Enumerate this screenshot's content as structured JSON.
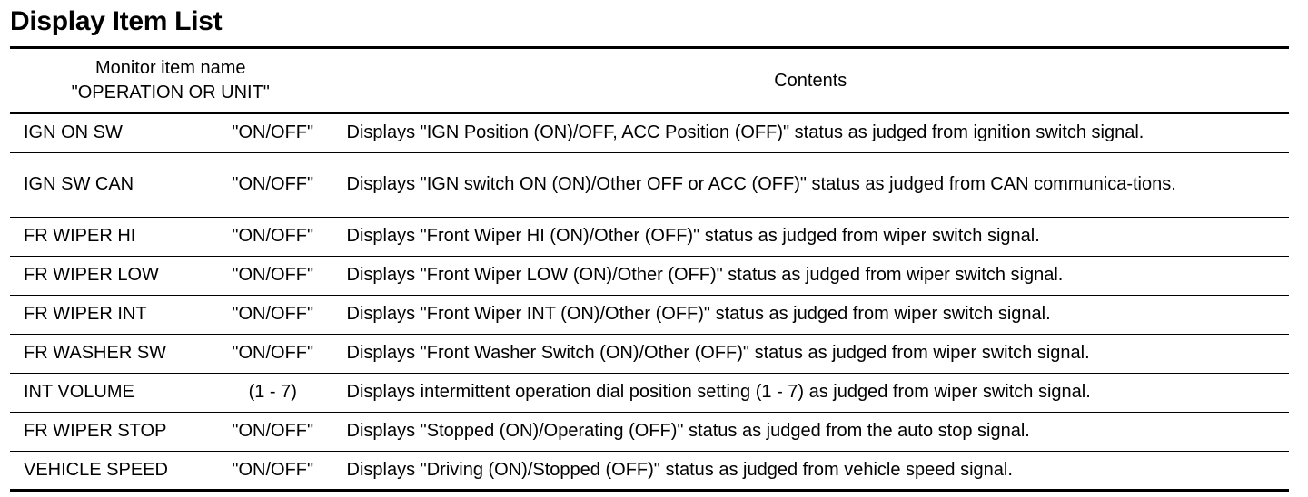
{
  "title": "Display Item List",
  "table": {
    "headers": {
      "monitor_line1": "Monitor item name",
      "monitor_line2": "\"OPERATION OR UNIT\"",
      "contents": "Contents"
    },
    "rows": [
      {
        "name": "IGN ON SW",
        "unit": "\"ON/OFF\"",
        "contents": "Displays \"IGN Position (ON)/OFF, ACC Position (OFF)\" status as judged from ignition switch signal."
      },
      {
        "name": "IGN SW CAN",
        "unit": "\"ON/OFF\"",
        "contents": "Displays \"IGN switch ON (ON)/Other OFF or ACC (OFF)\" status as judged from CAN communica-tions."
      },
      {
        "name": "FR WIPER HI",
        "unit": "\"ON/OFF\"",
        "contents": "Displays \"Front Wiper HI (ON)/Other (OFF)\" status as judged from wiper switch signal."
      },
      {
        "name": "FR WIPER LOW",
        "unit": "\"ON/OFF\"",
        "contents": "Displays \"Front Wiper LOW (ON)/Other (OFF)\" status as judged from wiper switch signal."
      },
      {
        "name": "FR WIPER INT",
        "unit": "\"ON/OFF\"",
        "contents": "Displays \"Front Wiper INT (ON)/Other (OFF)\" status as judged from wiper switch signal."
      },
      {
        "name": "FR WASHER SW",
        "unit": "\"ON/OFF\"",
        "contents": "Displays \"Front Washer Switch (ON)/Other (OFF)\" status as judged from wiper switch signal."
      },
      {
        "name": "INT VOLUME",
        "unit": "(1 - 7)",
        "contents": "Displays intermittent operation dial position setting (1 - 7) as judged from wiper switch signal."
      },
      {
        "name": "FR WIPER STOP",
        "unit": "\"ON/OFF\"",
        "contents": "Displays \"Stopped (ON)/Operating (OFF)\" status as judged from the auto stop signal."
      },
      {
        "name": "VEHICLE SPEED",
        "unit": "\"ON/OFF\"",
        "contents": "Displays \"Driving (ON)/Stopped (OFF)\" status as judged from vehicle speed signal."
      }
    ]
  }
}
